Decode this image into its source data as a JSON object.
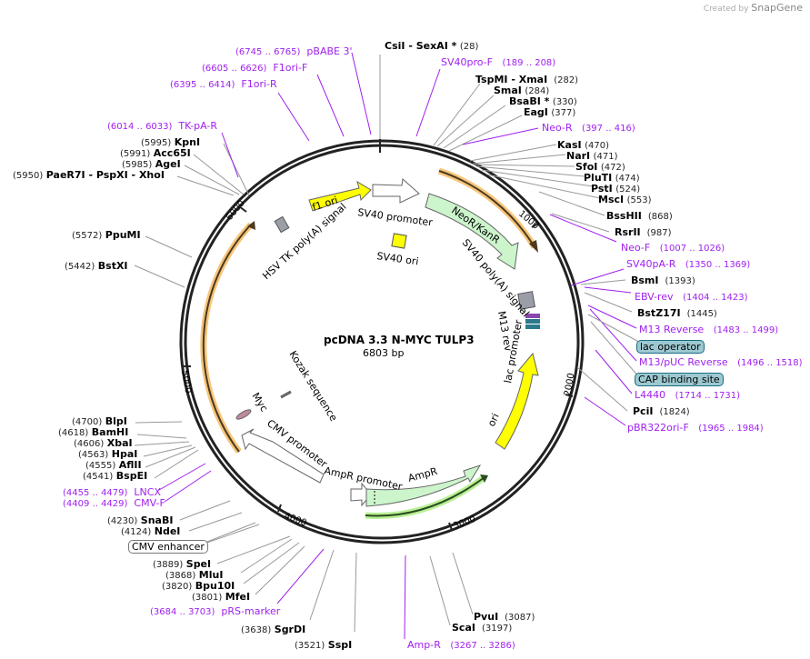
{
  "credit": {
    "prefix": "Created by",
    "brand": "SnapGene"
  },
  "plasmid": {
    "name": "pcDNA 3.3 N-MYC TULP3",
    "length": "6803 bp"
  },
  "ticks": [
    "1000",
    "2000",
    "3000",
    "4000",
    "5000",
    "6000"
  ],
  "features_inner": {
    "f1ori": "f1 ori",
    "sv40_promoter": "SV40 promoter",
    "neor": "NeoR/KanR",
    "sv40_polya": "SV40 poly(A) signal",
    "sv40_ori": "SV40 ori",
    "hsv_tk": "HSV TK poly(A) signal",
    "m13rev": "M13 rev",
    "lac_promoter": "lac promoter",
    "ori": "ori",
    "ampr": "AmpR",
    "ampr_promoter": "AmpR promoter",
    "cmv_promoter": "CMV promoter",
    "kozak": "Kozak sequence",
    "myc": "Myc"
  },
  "sites_right": [
    {
      "name": "CsiI  - SexAI *",
      "pos": "(28)"
    },
    {
      "name": "TspMI  - XmaI",
      "pos": "(282)"
    },
    {
      "name": "SmaI",
      "pos": "(284)"
    },
    {
      "name": "BsaBI *",
      "pos": "(330)"
    },
    {
      "name": "EagI",
      "pos": "(377)"
    },
    {
      "name": "KasI",
      "pos": "(470)"
    },
    {
      "name": "NarI",
      "pos": "(471)"
    },
    {
      "name": "SfoI",
      "pos": "(472)"
    },
    {
      "name": "PluTI",
      "pos": "(474)"
    },
    {
      "name": "PstI",
      "pos": "(524)"
    },
    {
      "name": "MscI",
      "pos": "(553)"
    },
    {
      "name": "BssHII",
      "pos": "(868)"
    },
    {
      "name": "RsrII",
      "pos": "(987)"
    },
    {
      "name": "BsmI",
      "pos": "(1393)"
    },
    {
      "name": "BstZ17I",
      "pos": "(1445)"
    },
    {
      "name": "PciI",
      "pos": "(1824)"
    },
    {
      "name": "PvuI",
      "pos": "(3087)"
    },
    {
      "name": "ScaI",
      "pos": "(3197)"
    }
  ],
  "sites_left": [
    {
      "name": "KpnI",
      "pos": "(5995)"
    },
    {
      "name": "Acc65I",
      "pos": "(5991)"
    },
    {
      "name": "AgeI",
      "pos": "(5985)"
    },
    {
      "name": "PaeR7I  - PspXI  - XhoI",
      "pos": "(5950)"
    },
    {
      "name": "PpuMI",
      "pos": "(5572)"
    },
    {
      "name": "BstXI",
      "pos": "(5442)"
    },
    {
      "name": "BlpI",
      "pos": "(4700)"
    },
    {
      "name": "BamHI",
      "pos": "(4618)"
    },
    {
      "name": "XbaI",
      "pos": "(4606)"
    },
    {
      "name": "HpaI",
      "pos": "(4563)"
    },
    {
      "name": "AflII",
      "pos": "(4555)"
    },
    {
      "name": "BspEI",
      "pos": "(4541)"
    },
    {
      "name": "SnaBI",
      "pos": "(4230)"
    },
    {
      "name": "NdeI",
      "pos": "(4124)"
    },
    {
      "name": "SpeI",
      "pos": "(3889)"
    },
    {
      "name": "MluI",
      "pos": "(3868)"
    },
    {
      "name": "Bpu10I",
      "pos": "(3820)"
    },
    {
      "name": "MfeI",
      "pos": "(3801)"
    },
    {
      "name": "SgrDI",
      "pos": "(3638)"
    },
    {
      "name": "SspI",
      "pos": "(3521)"
    }
  ],
  "primers": [
    {
      "name": "pBABE 3'",
      "pos": "(6745 .. 6765)"
    },
    {
      "name": "F1ori-F",
      "pos": "(6605 .. 6626)"
    },
    {
      "name": "F1ori-R",
      "pos": "(6395 .. 6414)"
    },
    {
      "name": "SV40pro-F",
      "pos": "(189 .. 208)"
    },
    {
      "name": "Neo-R",
      "pos": "(397 .. 416)"
    },
    {
      "name": "Neo-F",
      "pos": "(1007 .. 1026)"
    },
    {
      "name": "SV40pA-R",
      "pos": "(1350 .. 1369)"
    },
    {
      "name": "EBV-rev",
      "pos": "(1404 .. 1423)"
    },
    {
      "name": "M13 Reverse",
      "pos": "(1483 .. 1499)"
    },
    {
      "name": "M13/pUC Reverse",
      "pos": "(1496 .. 1518)"
    },
    {
      "name": "L4440",
      "pos": "(1714 .. 1731)"
    },
    {
      "name": "pBR322ori-F",
      "pos": "(1965 .. 1984)"
    },
    {
      "name": "Amp-R",
      "pos": "(3267 .. 3286)"
    },
    {
      "name": "pRS-marker",
      "pos": "(3684 .. 3703)"
    },
    {
      "name": "LNCX",
      "pos": "(4455 .. 4479)"
    },
    {
      "name": "CMV-F",
      "pos": "(4409 .. 4429)"
    },
    {
      "name": "TK-pA-R",
      "pos": "(6014 .. 6033)"
    }
  ],
  "boxed_features": {
    "lac_operator": "lac operator",
    "cap_site": "CAP binding site",
    "cmv_enhancer": "CMV enhancer"
  },
  "colors": {
    "backbone": "#222222",
    "primer": "#a020f0",
    "orf_halo": "#f7c57a",
    "neor_fill": "#ccf5cc",
    "ori_fill": "#ffff00",
    "lac_box": "#9cc9d1",
    "myc_fill": "#c08aa0"
  }
}
